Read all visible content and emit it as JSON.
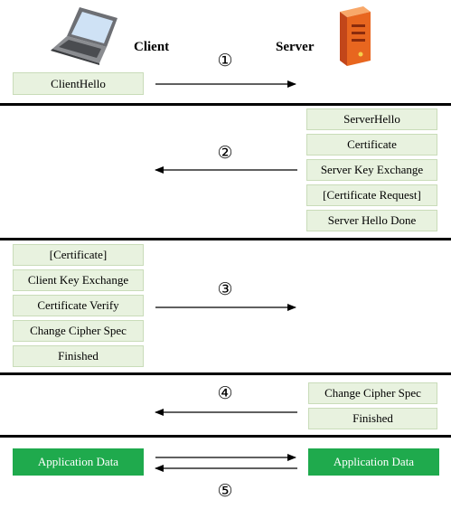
{
  "participants": {
    "client": "Client",
    "server": "Server"
  },
  "steps": [
    "①",
    "②",
    "③",
    "④",
    "⑤"
  ],
  "phase1": {
    "client_msgs": [
      "ClientHello"
    ]
  },
  "phase2": {
    "server_msgs": [
      "ServerHello",
      "Certificate",
      "Server Key Exchange",
      "[Certificate Request]",
      "Server Hello Done"
    ]
  },
  "phase3": {
    "client_msgs": [
      "[Certificate]",
      "Client Key Exchange",
      "Certificate Verify",
      "Change Cipher Spec",
      "Finished"
    ]
  },
  "phase4": {
    "server_msgs": [
      "Change Cipher Spec",
      "Finished"
    ]
  },
  "phase5": {
    "client_data": "Application Data",
    "server_data": "Application Data"
  },
  "colors": {
    "message_box": "#e8f2df",
    "app_data": "#1faa4d",
    "divider": "#000000"
  }
}
